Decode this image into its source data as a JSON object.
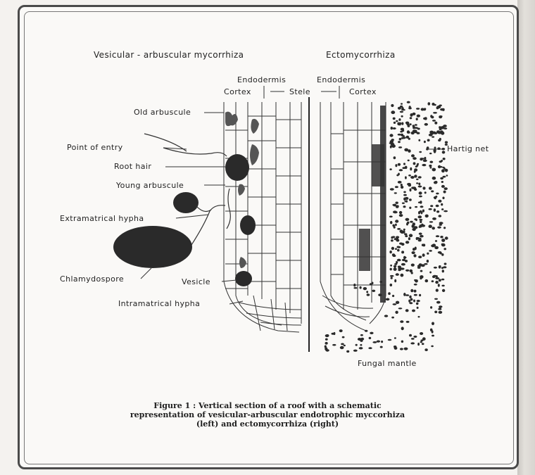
{
  "headings": {
    "left": "Vesicular - arbuscular mycorrhiza",
    "right": "Ectomycorrhiza"
  },
  "zones": {
    "endodermis_left": "Endodermis",
    "endodermis_right": "Endodermis",
    "cortex_left": "Cortex",
    "stele": "Stele",
    "cortex_right": "Cortex"
  },
  "labels": {
    "old_arbuscule": "Old arbuscule",
    "point_of_entry": "Point of entry",
    "root_hair": "Root hair",
    "young_arbuscule": "Young arbuscule",
    "extramatrical_hypha": "Extramatrical hypha",
    "chlamydospore": "Chlamydospore",
    "vesicle": "Vesicle",
    "intramatrical_hypha": "Intramatrical hypha",
    "hartig_net": "Hartig net",
    "fungal_mantle": "Fungal mantle"
  },
  "caption": {
    "line1": "Figure 1 : Vertical section of a roof with a schematic",
    "line2": "representation of vesicular-arbuscular endotrophic myccorhiza",
    "line3": "(left) and ectomycorrhiza (right)"
  }
}
